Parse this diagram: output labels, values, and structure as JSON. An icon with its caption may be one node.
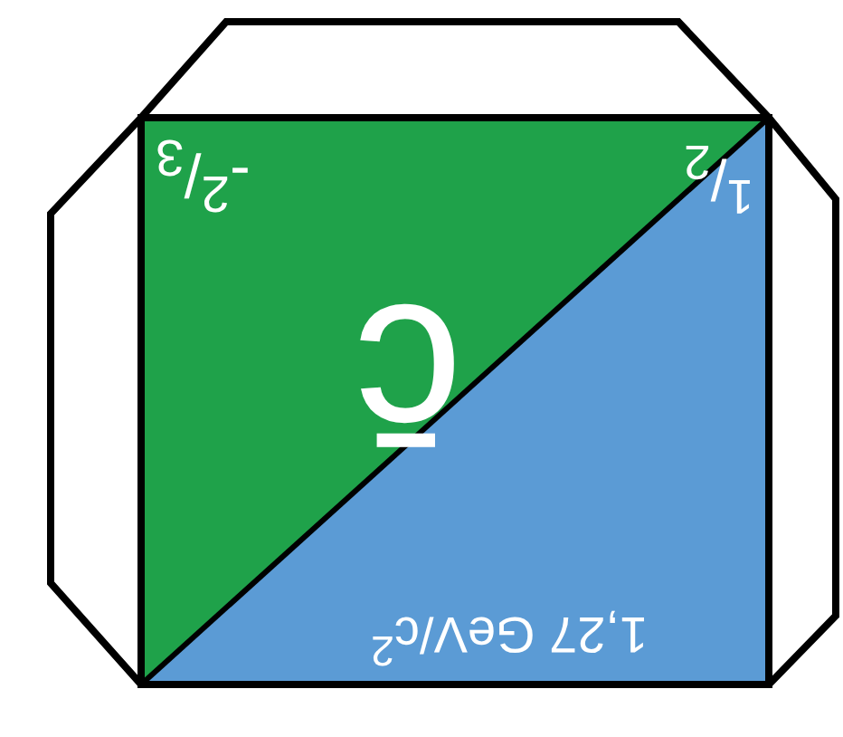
{
  "diagram": {
    "labels": [
      "-$^{2}$/$_{3}$",
      "$^{1}$/$_{2}$",
      "c̄",
      "1,27 GeV/c$^{2}$"
    ]
  }
}
